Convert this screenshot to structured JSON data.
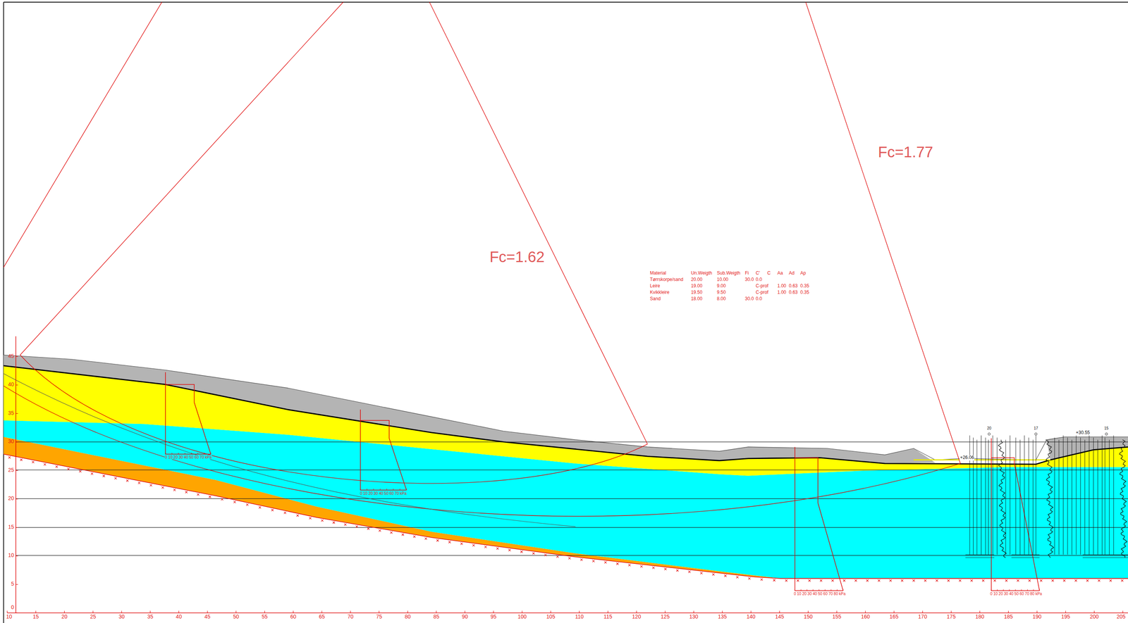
{
  "diagram": {
    "labels": [
      "Fc=1.62",
      "Fc=1.77",
      "Material",
      "Un.Weigth",
      "Sub.Weigth",
      "Fi",
      "C'",
      "C",
      "Aa",
      "Ad",
      "Ap",
      "Tørrskorpe/sand",
      "20.00",
      "10.00",
      "30.0",
      "0.0",
      "Leire",
      "19.00",
      "9.00",
      "C-prof",
      "1.00",
      "0.63",
      "0.35",
      "Kvikkleire",
      "19.50",
      "9.50",
      "C-prof",
      "1.00",
      "0.63",
      "0.35",
      "Sand",
      "18.00",
      "8.00",
      "30.0",
      "0.0",
      "0 10 20 30 40 50 60 70 kPa",
      "0 10 20 30 40 50 60 70 kPa",
      "0 10 20 30 40 50 60 70 80 kPa",
      "0 10 20 30 40 50 60 70 80 kPa",
      "+26.06",
      "+30.55",
      "20",
      "17",
      "15",
      "10",
      "15",
      "20",
      "25",
      "30",
      "35",
      "40",
      "45",
      "50",
      "55",
      "60",
      "65",
      "70",
      "75",
      "80",
      "85",
      "90",
      "95",
      "100",
      "105",
      "110",
      "115",
      "120",
      "125",
      "130",
      "135",
      "140",
      "145",
      "150",
      "155",
      "160",
      "165",
      "170",
      "175",
      "180",
      "185",
      "190",
      "195",
      "200",
      "205",
      "0",
      "5",
      "10",
      "15",
      "20",
      "25",
      "30",
      "35",
      "40",
      "45"
    ]
  }
}
